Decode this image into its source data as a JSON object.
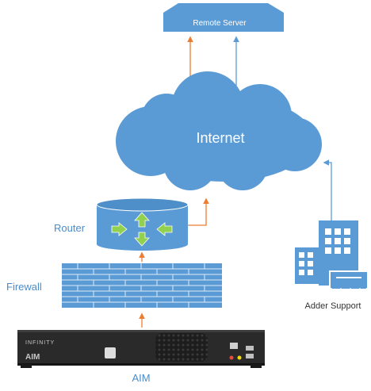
{
  "nodes": {
    "remote_server": {
      "label": "Remote Server"
    },
    "internet": {
      "label": "Internet"
    },
    "router": {
      "label": "Router"
    },
    "firewall": {
      "label": "Firewall"
    },
    "aim": {
      "label": "AIM",
      "device_brand": "INFINITY",
      "device_logo": "AIM"
    },
    "adder_support": {
      "label": "Adder Support"
    }
  },
  "colors": {
    "shape_blue": "#5b9bd5",
    "label_blue": "#4a8cc9",
    "arrow_orange": "#ed7d31",
    "arrow_blue": "#5b9bd5",
    "device_dark": "#2a2a2a",
    "router_arrows": "#92d050"
  },
  "icons": [
    "server-box",
    "cloud",
    "router-cylinder",
    "brick-wall",
    "kvm-device",
    "office-buildings"
  ]
}
